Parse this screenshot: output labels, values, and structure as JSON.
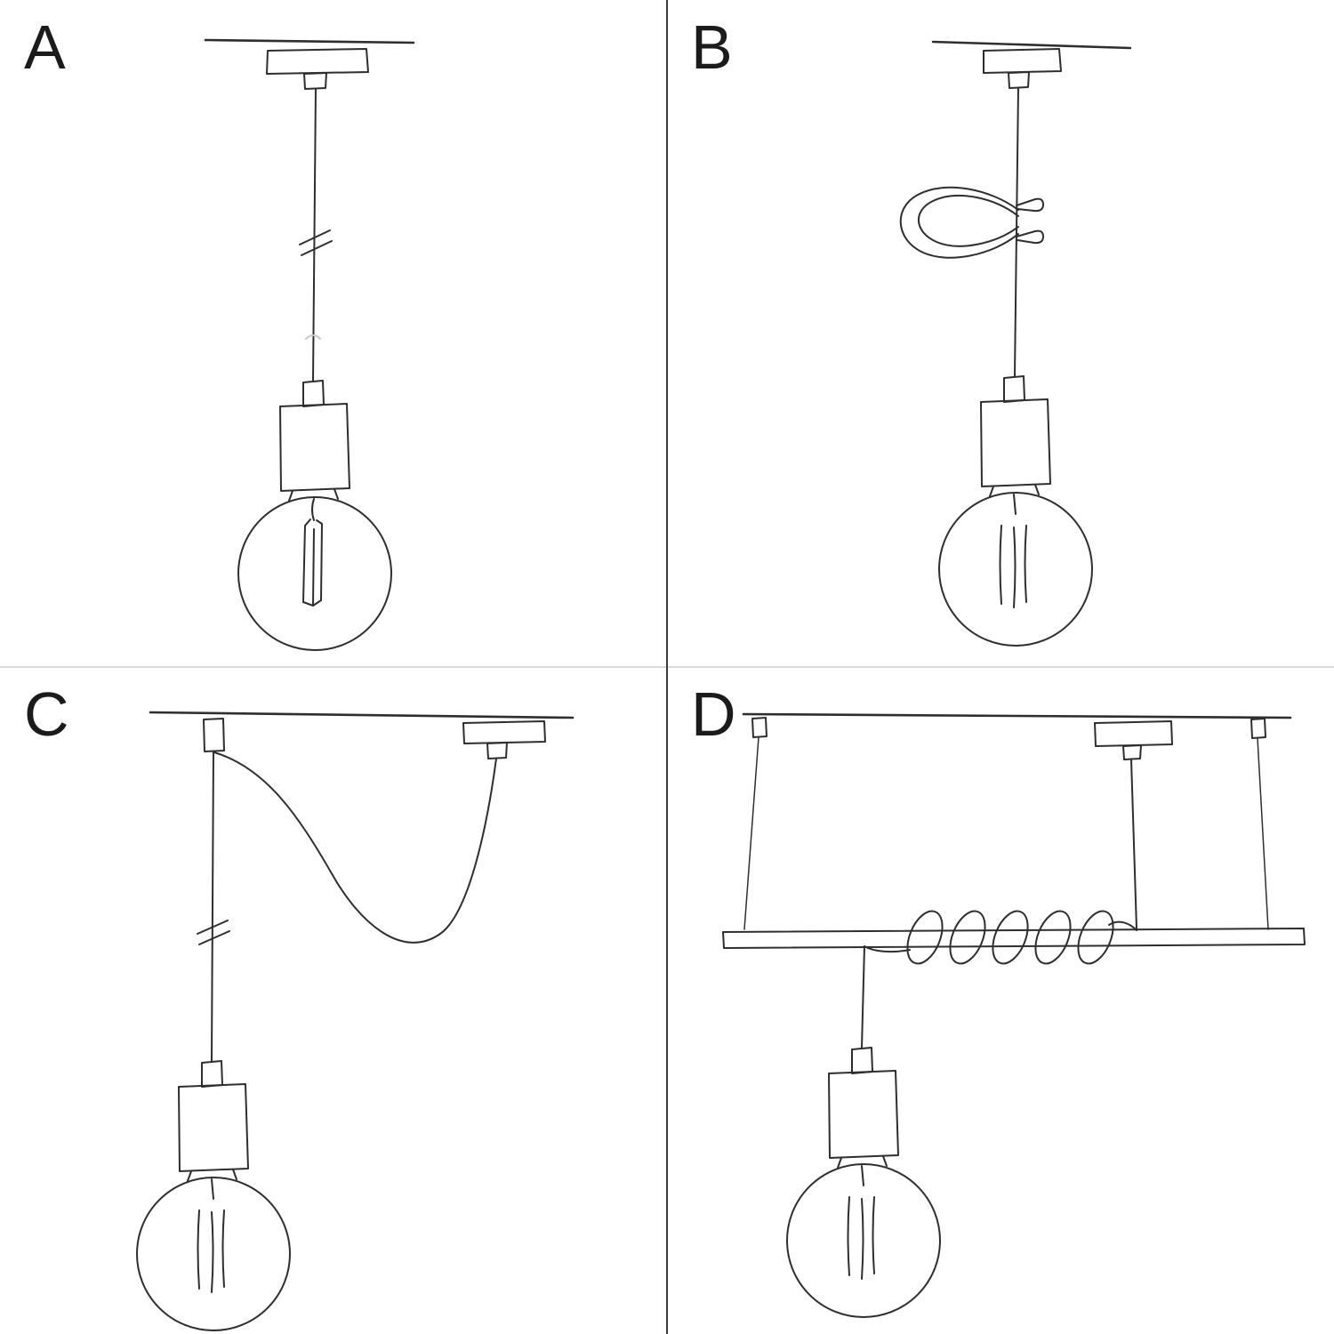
{
  "colors": {
    "background": "#ffffff",
    "ink": "#2e2e2e",
    "label_color": "#1b1b1b",
    "divider_vertical": "#3a3a3a",
    "divider_horizontal": "#d9d9d9"
  },
  "panels": [
    {
      "label": "A",
      "sketch": "pendant-straight-drop"
    },
    {
      "label": "B",
      "sketch": "pendant-with-cable-tie-loop"
    },
    {
      "label": "C",
      "sketch": "pendant-swag-with-ceiling-hook"
    },
    {
      "label": "D",
      "sketch": "pendant-cable-wrapped-on-suspended-bar"
    }
  ]
}
